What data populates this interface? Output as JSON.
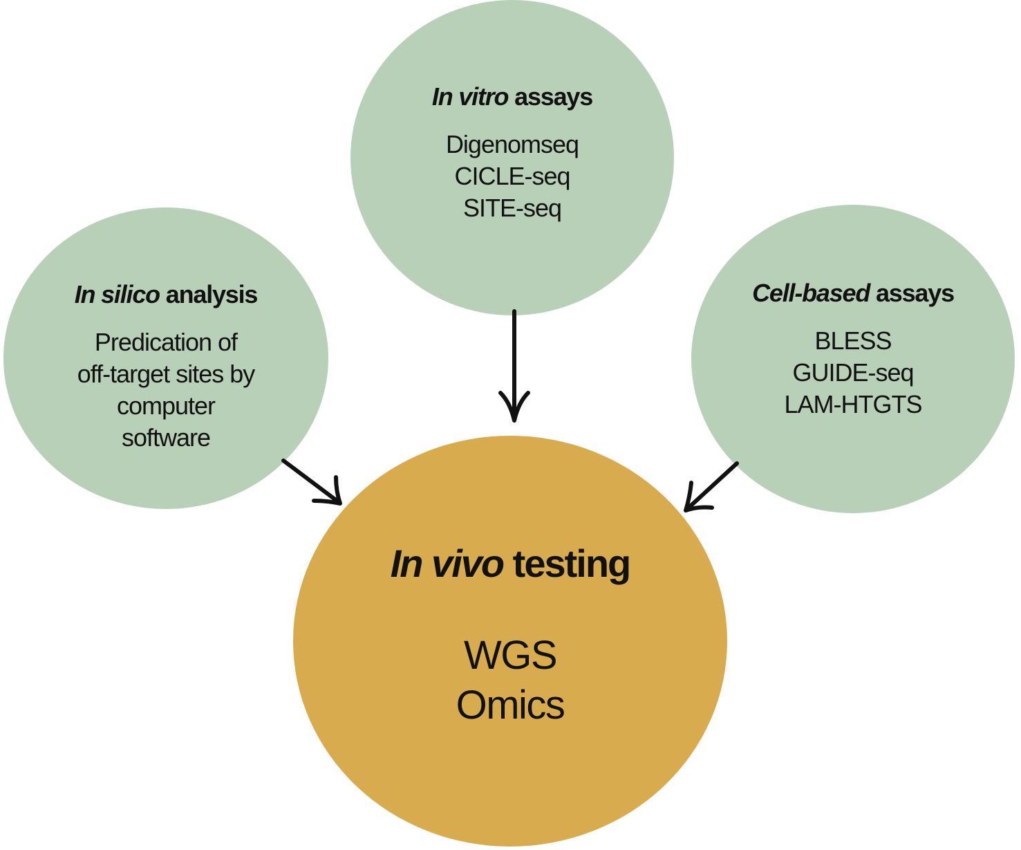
{
  "nodes": {
    "in_vitro": {
      "title_italic": "In vitro",
      "title_rest": " assays",
      "items": [
        "Digenomseq",
        "CICLE-seq",
        "SITE-seq"
      ]
    },
    "in_silico": {
      "title_italic": "In silico",
      "title_rest": " analysis",
      "items": [
        "Predication of",
        "off-target sites by",
        "computer",
        "software"
      ]
    },
    "cell_based": {
      "title_italic": "Cell-based",
      "title_rest": " assays",
      "items": [
        "BLESS",
        "GUIDE-seq",
        "LAM-HTGTS"
      ]
    },
    "in_vivo": {
      "title_italic": "In vivo",
      "title_rest": " testing",
      "items": [
        "WGS",
        "Omics"
      ]
    }
  },
  "colors": {
    "node_fill_green": "#b8d0b7",
    "node_fill_gold": "#d9ab4f",
    "arrow": "#111111"
  },
  "edges": [
    {
      "from": "in_vitro",
      "to": "in_vivo"
    },
    {
      "from": "in_silico",
      "to": "in_vivo"
    },
    {
      "from": "cell_based",
      "to": "in_vivo"
    }
  ]
}
